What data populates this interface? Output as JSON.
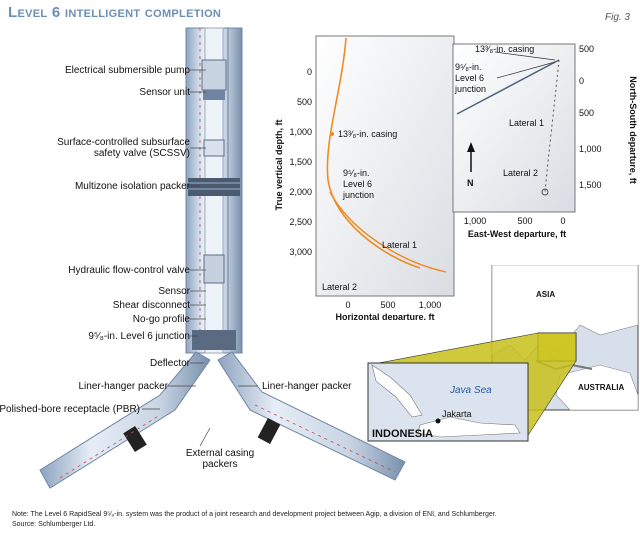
{
  "header": {
    "title": "Level 6 intelligent completion",
    "fig": "Fig. 3"
  },
  "well_labels": {
    "esp": "Electrical submersible pump",
    "sensor_unit": "Sensor unit",
    "scssv_1": "Surface-controlled subsurface",
    "scssv_2": "safety valve (SCSSV)",
    "isolation_packer": "Multizone isolation packer",
    "flow_valve": "Hydraulic flow-control valve",
    "sensor": "Sensor",
    "shear": "Shear disconnect",
    "nogo": "No-go profile",
    "junction": "9⁵⁄₈-in. Level 6 junction",
    "deflector": "Deflector",
    "liner_left": "Liner-hanger packer",
    "liner_right": "Liner-hanger packer",
    "pbr": "Polished-bore receptacle (PBR)",
    "ext_packers_1": "External casing",
    "ext_packers_2": "packers"
  },
  "chart_left": {
    "ylabel": "True vertical depth, ft",
    "xlabel": "Horizontal departure, ft",
    "yticks": [
      "0",
      "500",
      "1,000",
      "1,500",
      "2,000",
      "2,500",
      "3,000"
    ],
    "xticks": [
      "0",
      "500",
      "1,000"
    ],
    "ann_casing": "13³⁄₈-in. casing",
    "ann_junction_1": "9⁵⁄₈-in.",
    "ann_junction_2": "Level 6",
    "ann_junction_3": "junction",
    "ann_lat1": "Lateral 1",
    "ann_lat2": "Lateral 2",
    "line_color": "#f08a24"
  },
  "chart_right": {
    "ylabel": "North-South departure, ft",
    "xlabel": "East-West departure, ft",
    "yticks": [
      "500",
      "0",
      "500",
      "1,000",
      "1,500"
    ],
    "xticks": [
      "1,000",
      "500",
      "0"
    ],
    "ann_casing": "13³⁄₈-in. casing",
    "ann_junction_1": "9⁵⁄₈-in.",
    "ann_junction_2": "Level 6",
    "ann_junction_3": "junction",
    "ann_lat1": "Lateral 1",
    "ann_lat2": "Lateral 2",
    "north": "N"
  },
  "map": {
    "asia": "ASIA",
    "australia": "AUSTRALIA",
    "sea": "Java Sea",
    "city": "Jakarta",
    "country": "INDONESIA",
    "highlight": "#f2ea3a"
  },
  "note": {
    "line1": "Note: The Level 6 RapidSeal 9⁵⁄₈-in. system was the product of a joint research and development project between Agip, a division of ENI, and Schlumberger.",
    "line2": "Source: Schlumberger Ltd."
  }
}
